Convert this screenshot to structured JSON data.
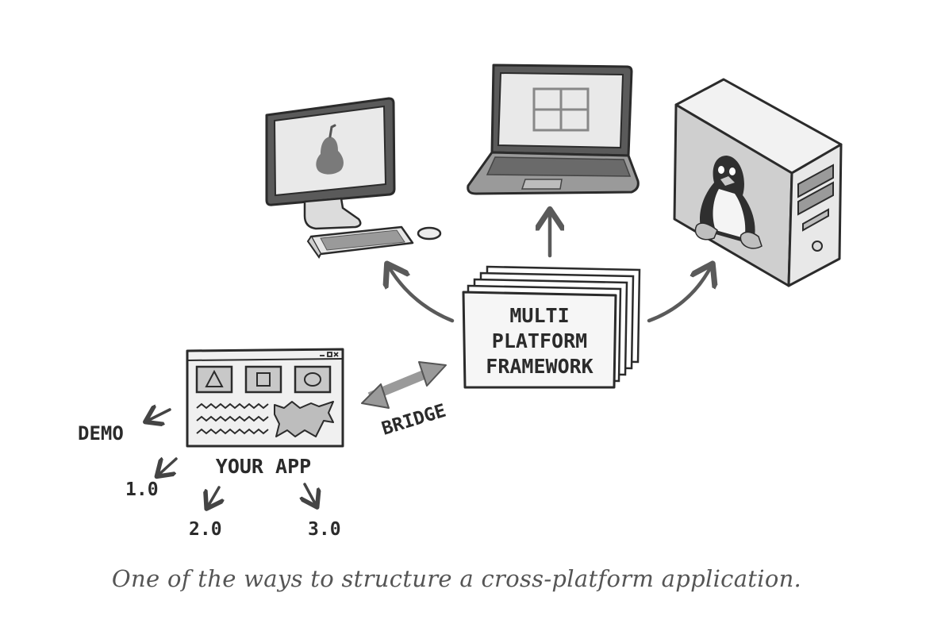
{
  "framework": {
    "lines": [
      "MULTI",
      "PLATFORM",
      "FRAMEWORK"
    ]
  },
  "bridge_label": "BRIDGE",
  "app": {
    "label": "YOUR APP",
    "versions": {
      "demo": "DEMO",
      "v1": "1.0",
      "v2": "2.0",
      "v3": "3.0"
    }
  },
  "platforms": {
    "mac": {
      "icon": "pear-logo-icon"
    },
    "windows": {
      "icon": "window-logo-icon"
    },
    "linux": {
      "icon": "penguin-logo-icon"
    }
  },
  "caption": "One of the ways to structure a cross-platform application.",
  "colors": {
    "stroke": "#333333",
    "fill_light": "#e6e6e6",
    "fill_mid": "#bdbdbd",
    "arrow": "#5a5a5a",
    "caption": "#555555"
  }
}
